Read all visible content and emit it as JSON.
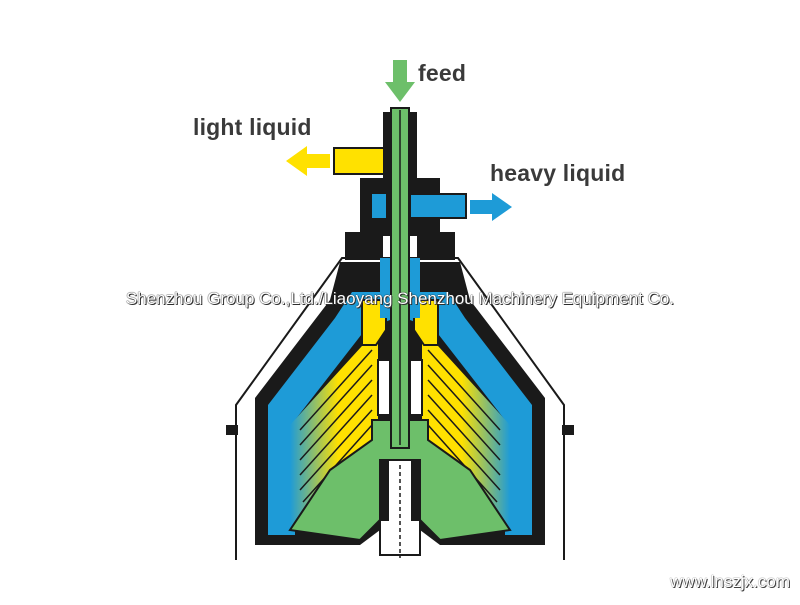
{
  "labels": {
    "feed": "feed",
    "light_liquid": "light liquid",
    "heavy_liquid": "heavy liquid"
  },
  "watermark": "Shenzhou Group Co.,Ltd./Liaoyang Shenzhou Machinery Equipment Co.",
  "website": "www.lnszjx.com",
  "colors": {
    "feed": "#6dbf6a",
    "light_liquid": "#ffe100",
    "heavy_liquid": "#1e9bd7",
    "casing": "#1a1a1a",
    "background": "#ffffff"
  }
}
